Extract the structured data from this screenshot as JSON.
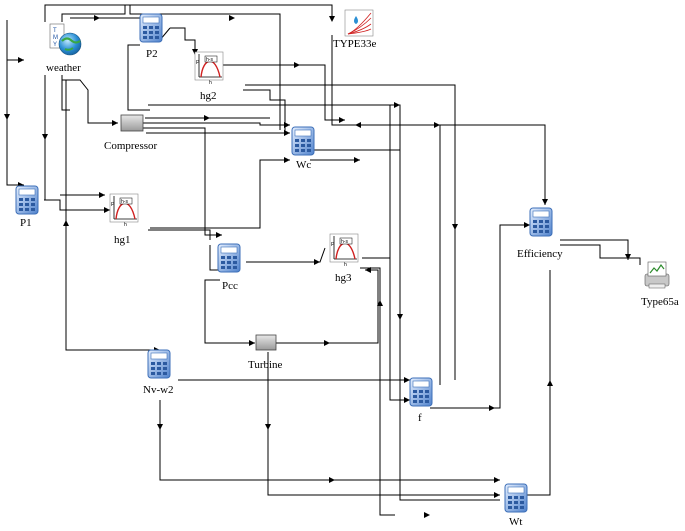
{
  "components": {
    "weather": {
      "label": "weather",
      "icon": "weather-globe-icon"
    },
    "p2": {
      "label": "P2",
      "icon": "calculator-icon"
    },
    "hg2": {
      "label": "hg2",
      "icon": "enthalpy-chart-icon"
    },
    "type33e": {
      "label": "TYPE33e",
      "icon": "psychrometrics-icon"
    },
    "compressor": {
      "label": "Compressor",
      "icon": "compressor-icon"
    },
    "wc": {
      "label": "Wc",
      "icon": "calculator-icon"
    },
    "p1": {
      "label": "P1",
      "icon": "calculator-icon"
    },
    "hg1": {
      "label": "hg1",
      "icon": "enthalpy-chart-icon"
    },
    "efficiency": {
      "label": "Efficiency",
      "icon": "calculator-icon"
    },
    "pcc": {
      "label": "Pcc",
      "icon": "calculator-icon"
    },
    "hg3": {
      "label": "hg3",
      "icon": "enthalpy-chart-icon"
    },
    "type65a": {
      "label": "Type65a",
      "icon": "online-plotter-icon"
    },
    "turbine": {
      "label": "Turbine",
      "icon": "turbine-icon"
    },
    "nvw2": {
      "label": "Nv-w2",
      "icon": "calculator-icon"
    },
    "f": {
      "label": "f",
      "icon": "calculator-icon"
    },
    "wt": {
      "label": "Wt",
      "icon": "calculator-icon"
    }
  },
  "chart_icon_text": {
    "title": "h-s",
    "axis_y": "P",
    "axis_x": "h"
  },
  "colors": {
    "line": "#000000",
    "calc_body": "#5b8fd6",
    "calc_light": "#cfe2fb",
    "chart_curve": "#d02020",
    "component_grey": "#c8c8c8"
  }
}
